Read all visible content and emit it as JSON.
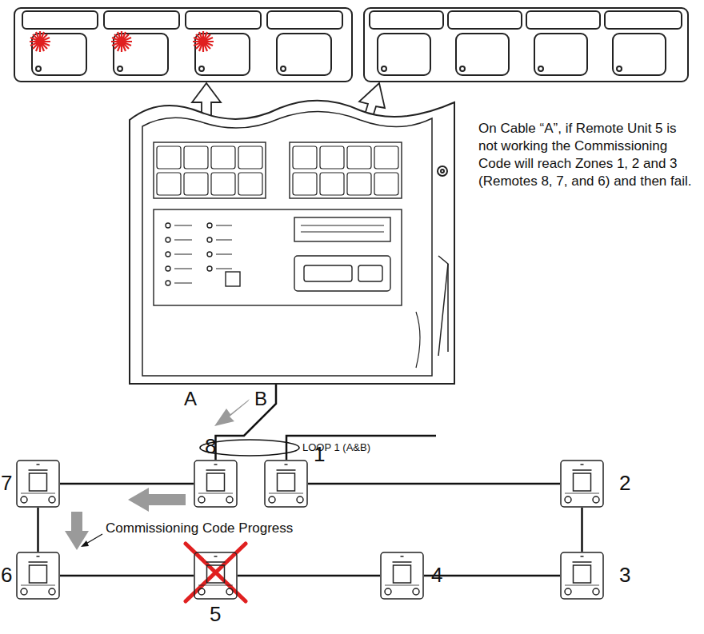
{
  "diagram": {
    "nodes": [
      {
        "text": [
          "A",
          "B"
        ]
      },
      {
        "text": [
          "1"
        ]
      },
      {
        "text": [
          "2"
        ]
      },
      {
        "text": [
          "3"
        ]
      },
      {
        "text": [
          "4"
        ]
      },
      {
        "text": [
          "5"
        ]
      },
      {
        "text": [
          "6"
        ]
      },
      {
        "text": [
          "7"
        ]
      },
      {
        "text": [
          "8"
        ]
      }
    ],
    "edges": [
      {
        "from": 0,
        "to": 8,
        "arrow": "none"
      },
      {
        "from": 8,
        "to": 7,
        "arrow": "none"
      },
      {
        "from": 7,
        "to": 6,
        "arrow": "none"
      },
      {
        "from": 6,
        "to": 5,
        "arrow": "none"
      },
      {
        "from": 5,
        "to": 4,
        "arrow": "none"
      },
      {
        "from": 4,
        "to": 3,
        "arrow": "none"
      },
      {
        "from": 3,
        "to": 2,
        "arrow": "none"
      },
      {
        "from": 2,
        "to": 1,
        "arrow": "none"
      }
    ],
    "labels": [
      "On Cable “A”, if Remote Unit 5 is not working the Commissioning Code will reach Zones 1, 2 and 3 (Remotes 8, 7, and 6) and then fail.",
      "LOOP 1 (A&B)",
      "Commissioning Code Progress"
    ]
  }
}
